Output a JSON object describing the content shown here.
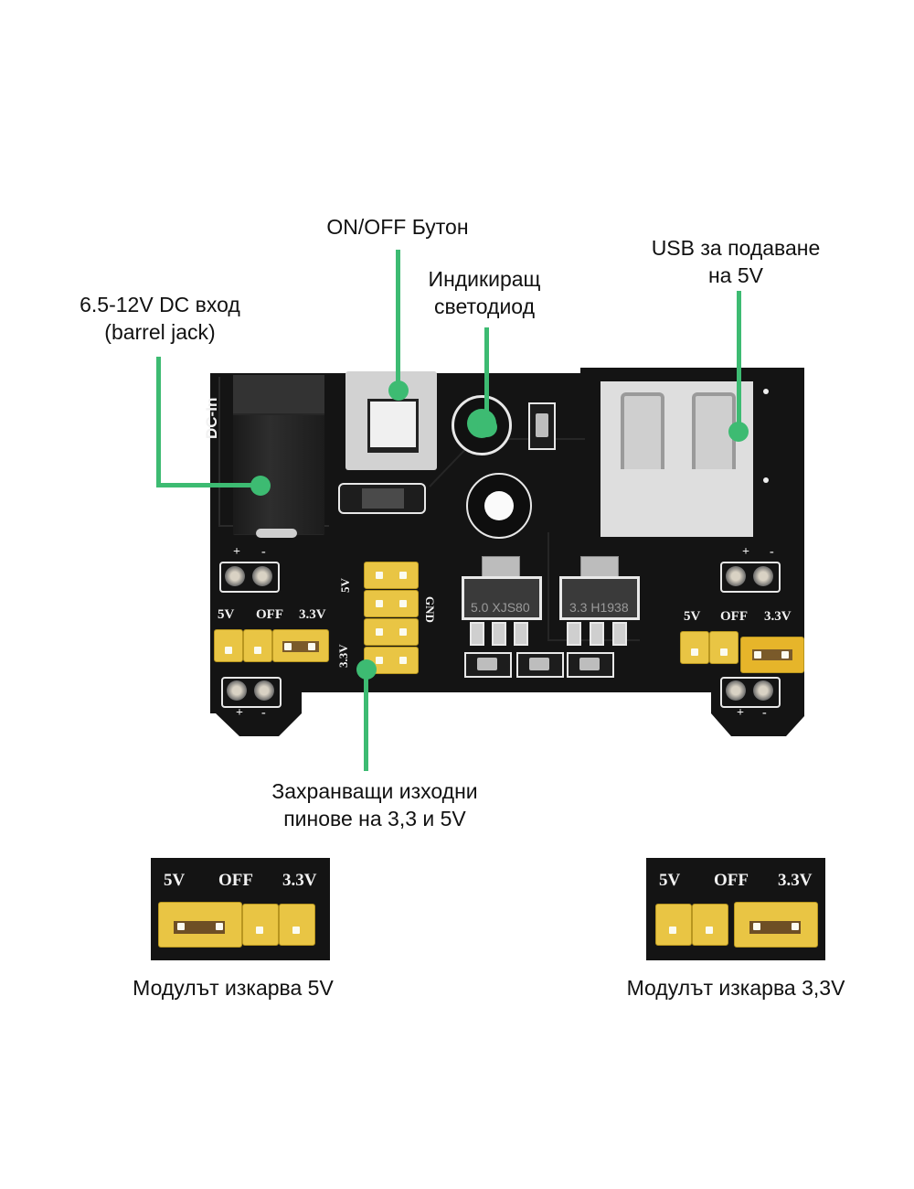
{
  "annotations": {
    "on_off": "ON/OFF Бутон",
    "led_line1": "Индикиращ",
    "led_line2": "светодиод",
    "usb_line1": "USB за подаване",
    "usb_line2": "на 5V",
    "dc_line1": "6.5-12V DC вход",
    "dc_line2": "(barrel jack)",
    "pins_line1": "Захранващи изходни",
    "pins_line2": "пинове на 3,3 и 5V"
  },
  "board": {
    "dc_in_label": "DC-In",
    "left_jumper": {
      "labels": [
        "5V",
        "OFF",
        "3.3V"
      ],
      "selected": "3.3V"
    },
    "right_jumper": {
      "labels": [
        "5V",
        "OFF",
        "3.3V"
      ],
      "selected": "3.3V"
    },
    "header_labels": {
      "top": "5V",
      "bottom": "3.3V",
      "side": "GND"
    },
    "rail_top_left": {
      "plus": "+",
      "minus": "-"
    },
    "rail_bottom_left": {
      "plus": "+",
      "minus": "-"
    },
    "rail_top_right": {
      "plus": "+",
      "minus": "-"
    },
    "rail_bottom_right": {
      "plus": "+",
      "minus": "-"
    },
    "regulator_5v": "5.0 XJS80",
    "regulator_3v3": "3.3 H1938"
  },
  "examples": [
    {
      "labels": [
        "5V",
        "OFF",
        "3.3V"
      ],
      "selected": "5V",
      "caption": "Модулът изкарва 5V"
    },
    {
      "labels": [
        "5V",
        "OFF",
        "3.3V"
      ],
      "selected": "3.3V",
      "caption": "Модулът изкарва 3,3V"
    }
  ],
  "colors": {
    "leader_green": "#3dbb72",
    "pcb_black": "#141414",
    "jumper_yellow": "#e9c544"
  }
}
